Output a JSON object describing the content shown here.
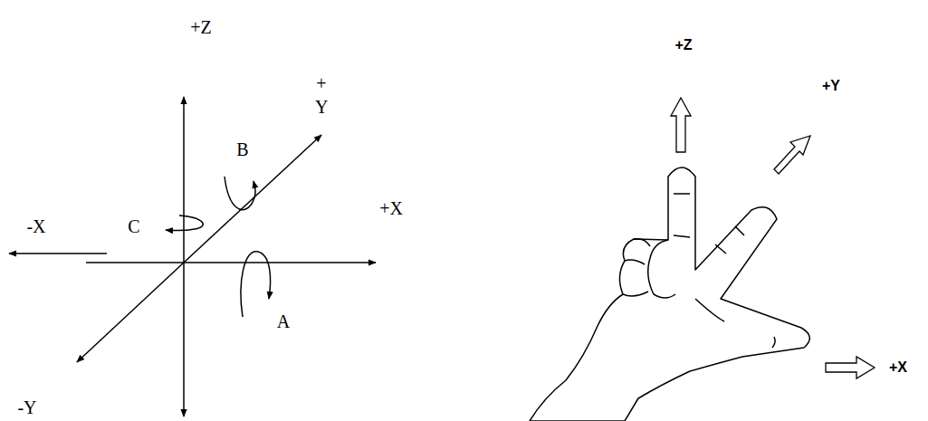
{
  "diagram": {
    "labels": [
      "+Z",
      "+ Y",
      "B",
      "-X",
      "C",
      "+X",
      "A",
      "-Y",
      "+Z",
      "+Y",
      "+X"
    ]
  }
}
